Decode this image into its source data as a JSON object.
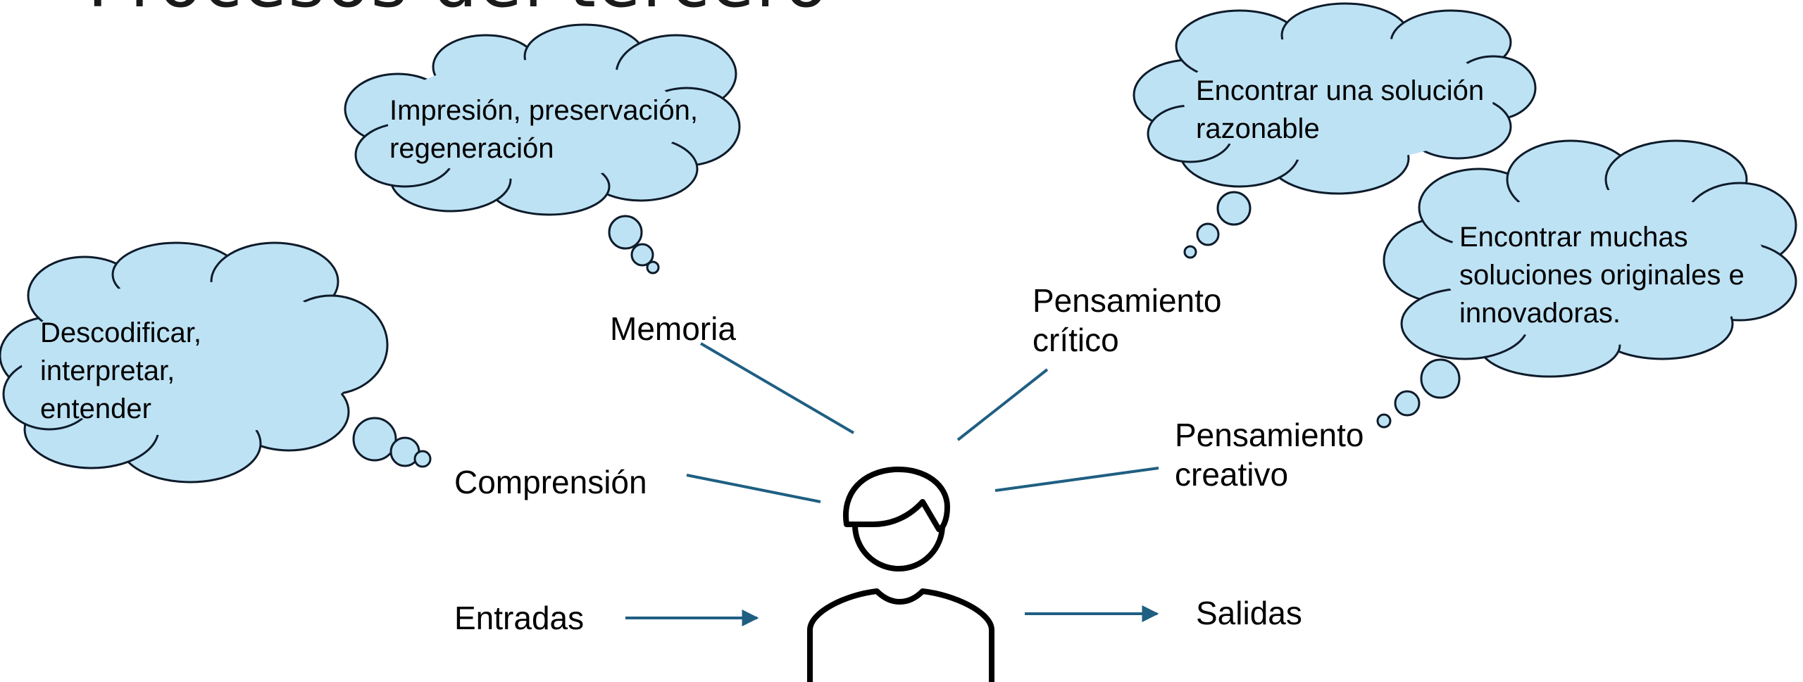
{
  "title": "Procesos del tercero",
  "colors": {
    "cloud_fill": "#bde2f4",
    "cloud_stroke": "#0d1b2a",
    "connector": "#1f5f82",
    "person": "#000000"
  },
  "icons": {
    "person": "person-icon",
    "thought_cloud": "thought-cloud-icon"
  },
  "labels": {
    "memoria": "Memoria",
    "comprension": "Comprensión",
    "entradas": "Entradas",
    "pensamiento_critico_1": "Pensamiento",
    "pensamiento_critico_2": "crítico",
    "pensamiento_creativo_1": "Pensamiento",
    "pensamiento_creativo_2": "creativo",
    "salidas": "Salidas"
  },
  "clouds": {
    "memoria": {
      "line1": "Impresión, preservación,",
      "line2": "regeneración"
    },
    "comprension": {
      "line1": "Descodificar,",
      "line2": "interpretar,",
      "line3": "entender"
    },
    "critico": {
      "line1": "Encontrar una solución",
      "line2": "razonable"
    },
    "creativo": {
      "line1": "Encontrar muchas",
      "line2": "soluciones originales e",
      "line3": "innovadoras."
    }
  }
}
